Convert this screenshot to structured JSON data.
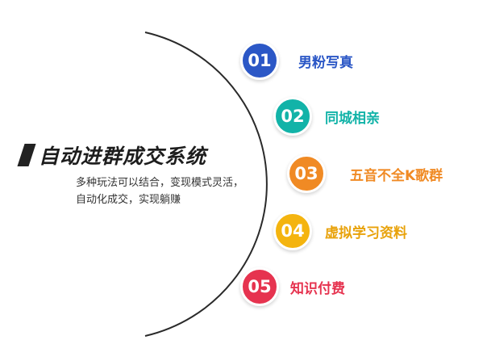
{
  "title": "自动进群成交系统",
  "description": "多种玩法可以结合，变现模式灵活，自动化成交，实现躺赚",
  "items": [
    {
      "num": "01",
      "label": "男粉写真",
      "color": "#2b57c6",
      "label_color": "#2b57c6"
    },
    {
      "num": "02",
      "label": "同城相亲",
      "color": "#12b3a8",
      "label_color": "#12b3a8"
    },
    {
      "num": "03",
      "label": "五音不全K歌群",
      "color": "#f08a24",
      "label_color": "#f08a24"
    },
    {
      "num": "04",
      "label": "虚拟学习资料",
      "color": "#f4b40f",
      "label_color": "#e8a20a"
    },
    {
      "num": "05",
      "label": "知识付费",
      "color": "#e6334f",
      "label_color": "#e6334f"
    }
  ]
}
